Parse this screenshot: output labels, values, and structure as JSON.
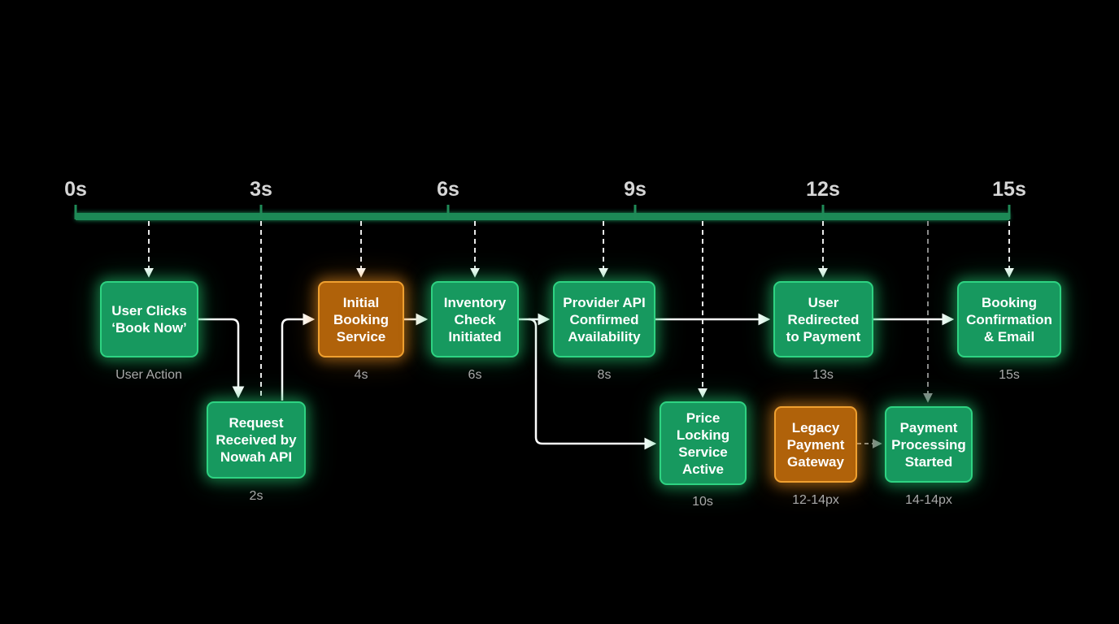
{
  "colors": {
    "background": "#000000",
    "timeline": "#1f8a57",
    "node_green": "#17995f",
    "node_green_border": "#2ed382",
    "node_orange": "#b0620a",
    "node_orange_border": "#f0a030",
    "connector": "#ffffff",
    "caption": "#a9a9a9"
  },
  "timeline": {
    "ticks": [
      {
        "label": "0s",
        "value": 0
      },
      {
        "label": "3s",
        "value": 3
      },
      {
        "label": "6s",
        "value": 6
      },
      {
        "label": "9s",
        "value": 9
      },
      {
        "label": "12s",
        "value": 12
      },
      {
        "label": "15s",
        "value": 15
      }
    ]
  },
  "nodes": [
    {
      "id": "user-clicks",
      "label": "User Clicks\n‘Book Now’",
      "caption": "User Action",
      "style": "green"
    },
    {
      "id": "request-received",
      "label": "Request\nReceived by\nNowah API",
      "caption": "2s",
      "style": "green"
    },
    {
      "id": "initial-booking",
      "label": "Initial\nBooking\nService",
      "caption": "4s",
      "style": "orange"
    },
    {
      "id": "inventory-check",
      "label": "Inventory\nCheck\nInitiated",
      "caption": "6s",
      "style": "green"
    },
    {
      "id": "provider-api",
      "label": "Provider API\nConfirmed\nAvailability",
      "caption": "8s",
      "style": "green"
    },
    {
      "id": "price-locking",
      "label": "Price\nLocking\nService\nActive",
      "caption": "10s",
      "style": "green"
    },
    {
      "id": "user-redirected",
      "label": "User\nRedirected\nto Payment",
      "caption": "13s",
      "style": "green"
    },
    {
      "id": "legacy-gateway",
      "label": "Legacy\nPayment\nGateway",
      "caption": "12-14px",
      "style": "orange"
    },
    {
      "id": "payment-processing",
      "label": "Payment\nProcessing\nStarted",
      "caption": "14-14px",
      "style": "green"
    },
    {
      "id": "booking-confirmation",
      "label": "Booking\nConfirmation\n& Email",
      "caption": "15s",
      "style": "green"
    }
  ]
}
